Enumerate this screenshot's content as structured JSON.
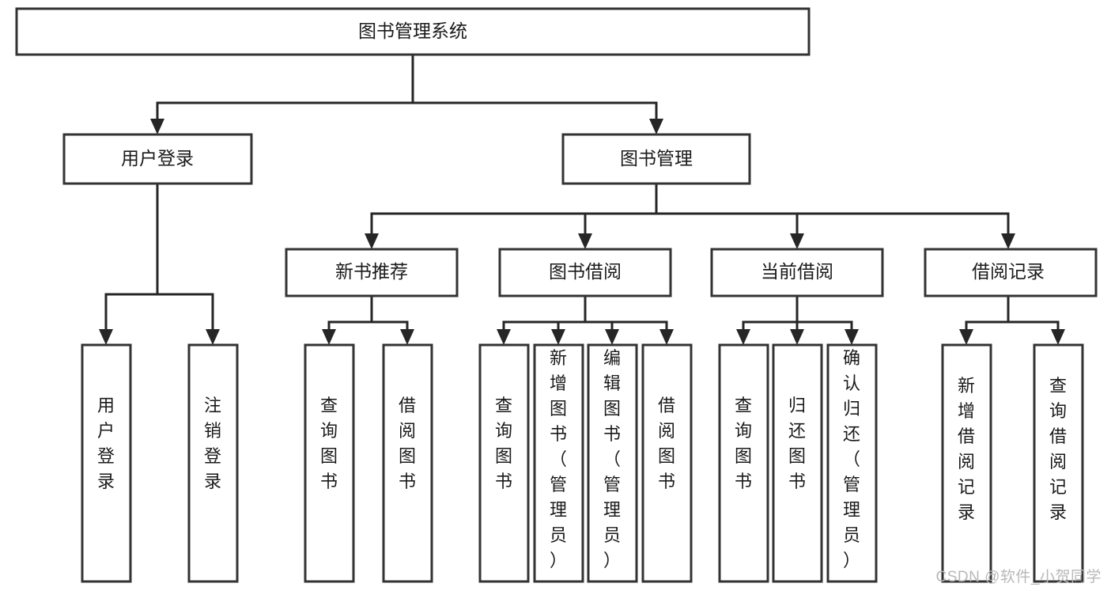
{
  "diagram": {
    "type": "tree-hierarchy-chart",
    "title": "图书管理系统",
    "watermark": "CSDN @软件_小贺同学",
    "colors": {
      "box_stroke": "#333333",
      "box_fill": "#ffffff",
      "connector": "#262626",
      "text": "#1a1a1a",
      "watermark": "#b8b8b8",
      "background": "#ffffff"
    },
    "root": {
      "label": "图书管理系统"
    },
    "level1": [
      {
        "label": "用户登录"
      },
      {
        "label": "图书管理"
      }
    ],
    "level2": [
      {
        "label": "新书推荐"
      },
      {
        "label": "图书借阅"
      },
      {
        "label": "当前借阅"
      },
      {
        "label": "借阅记录"
      }
    ],
    "leaves": {
      "user_login": [
        {
          "label": "用户登录"
        },
        {
          "label": "注销登录"
        }
      ],
      "new_book_recommend": [
        {
          "label": "查询图书"
        },
        {
          "label": "借阅图书"
        }
      ],
      "book_borrow": [
        {
          "label": "查询图书"
        },
        {
          "label": "新增图书（管理员）"
        },
        {
          "label": "编辑图书（管理员）"
        },
        {
          "label": "借阅图书"
        }
      ],
      "current_borrow": [
        {
          "label": "查询图书"
        },
        {
          "label": "归还图书"
        },
        {
          "label": "确认归还（管理员）"
        }
      ],
      "borrow_record": [
        {
          "label": "新增借阅记录"
        },
        {
          "label": "查询借阅记录"
        }
      ]
    }
  }
}
